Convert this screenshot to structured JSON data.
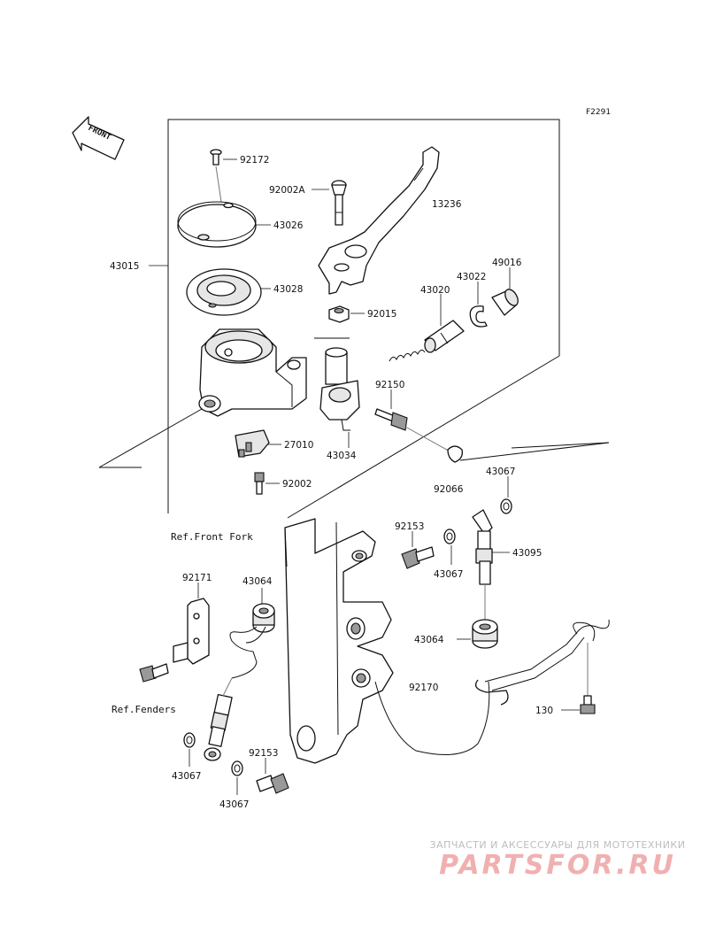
{
  "figure_code": "F2291",
  "front_label": "FRONT",
  "ref_front_fork": "Ref.Front Fork",
  "ref_fenders": "Ref.Fenders",
  "parts": {
    "p92172": "92172",
    "p43026": "43026",
    "p43015": "43015",
    "p43028": "43028",
    "p92002A": "92002A",
    "p13236": "13236",
    "p49016": "49016",
    "p43022": "43022",
    "p43020": "43020",
    "p92015": "92015",
    "p92150": "92150",
    "p27010": "27010",
    "p43034": "43034",
    "p92002": "92002",
    "p43067_a": "43067",
    "p92066": "92066",
    "p92153_a": "92153",
    "p43095": "43095",
    "p43067_b": "43067",
    "p92171": "92171",
    "p43064_a": "43064",
    "p43064_b": "43064",
    "p92170": "92170",
    "p130": "130",
    "p43067_c": "43067",
    "p92153_b": "92153",
    "p43067_d": "43067"
  },
  "watermark": {
    "tagline": "ЗАПЧАСТИ И АКСЕССУАРЫ ДЛЯ МОТОТЕХНИКИ",
    "brand": "PARTSFOR.RU"
  }
}
